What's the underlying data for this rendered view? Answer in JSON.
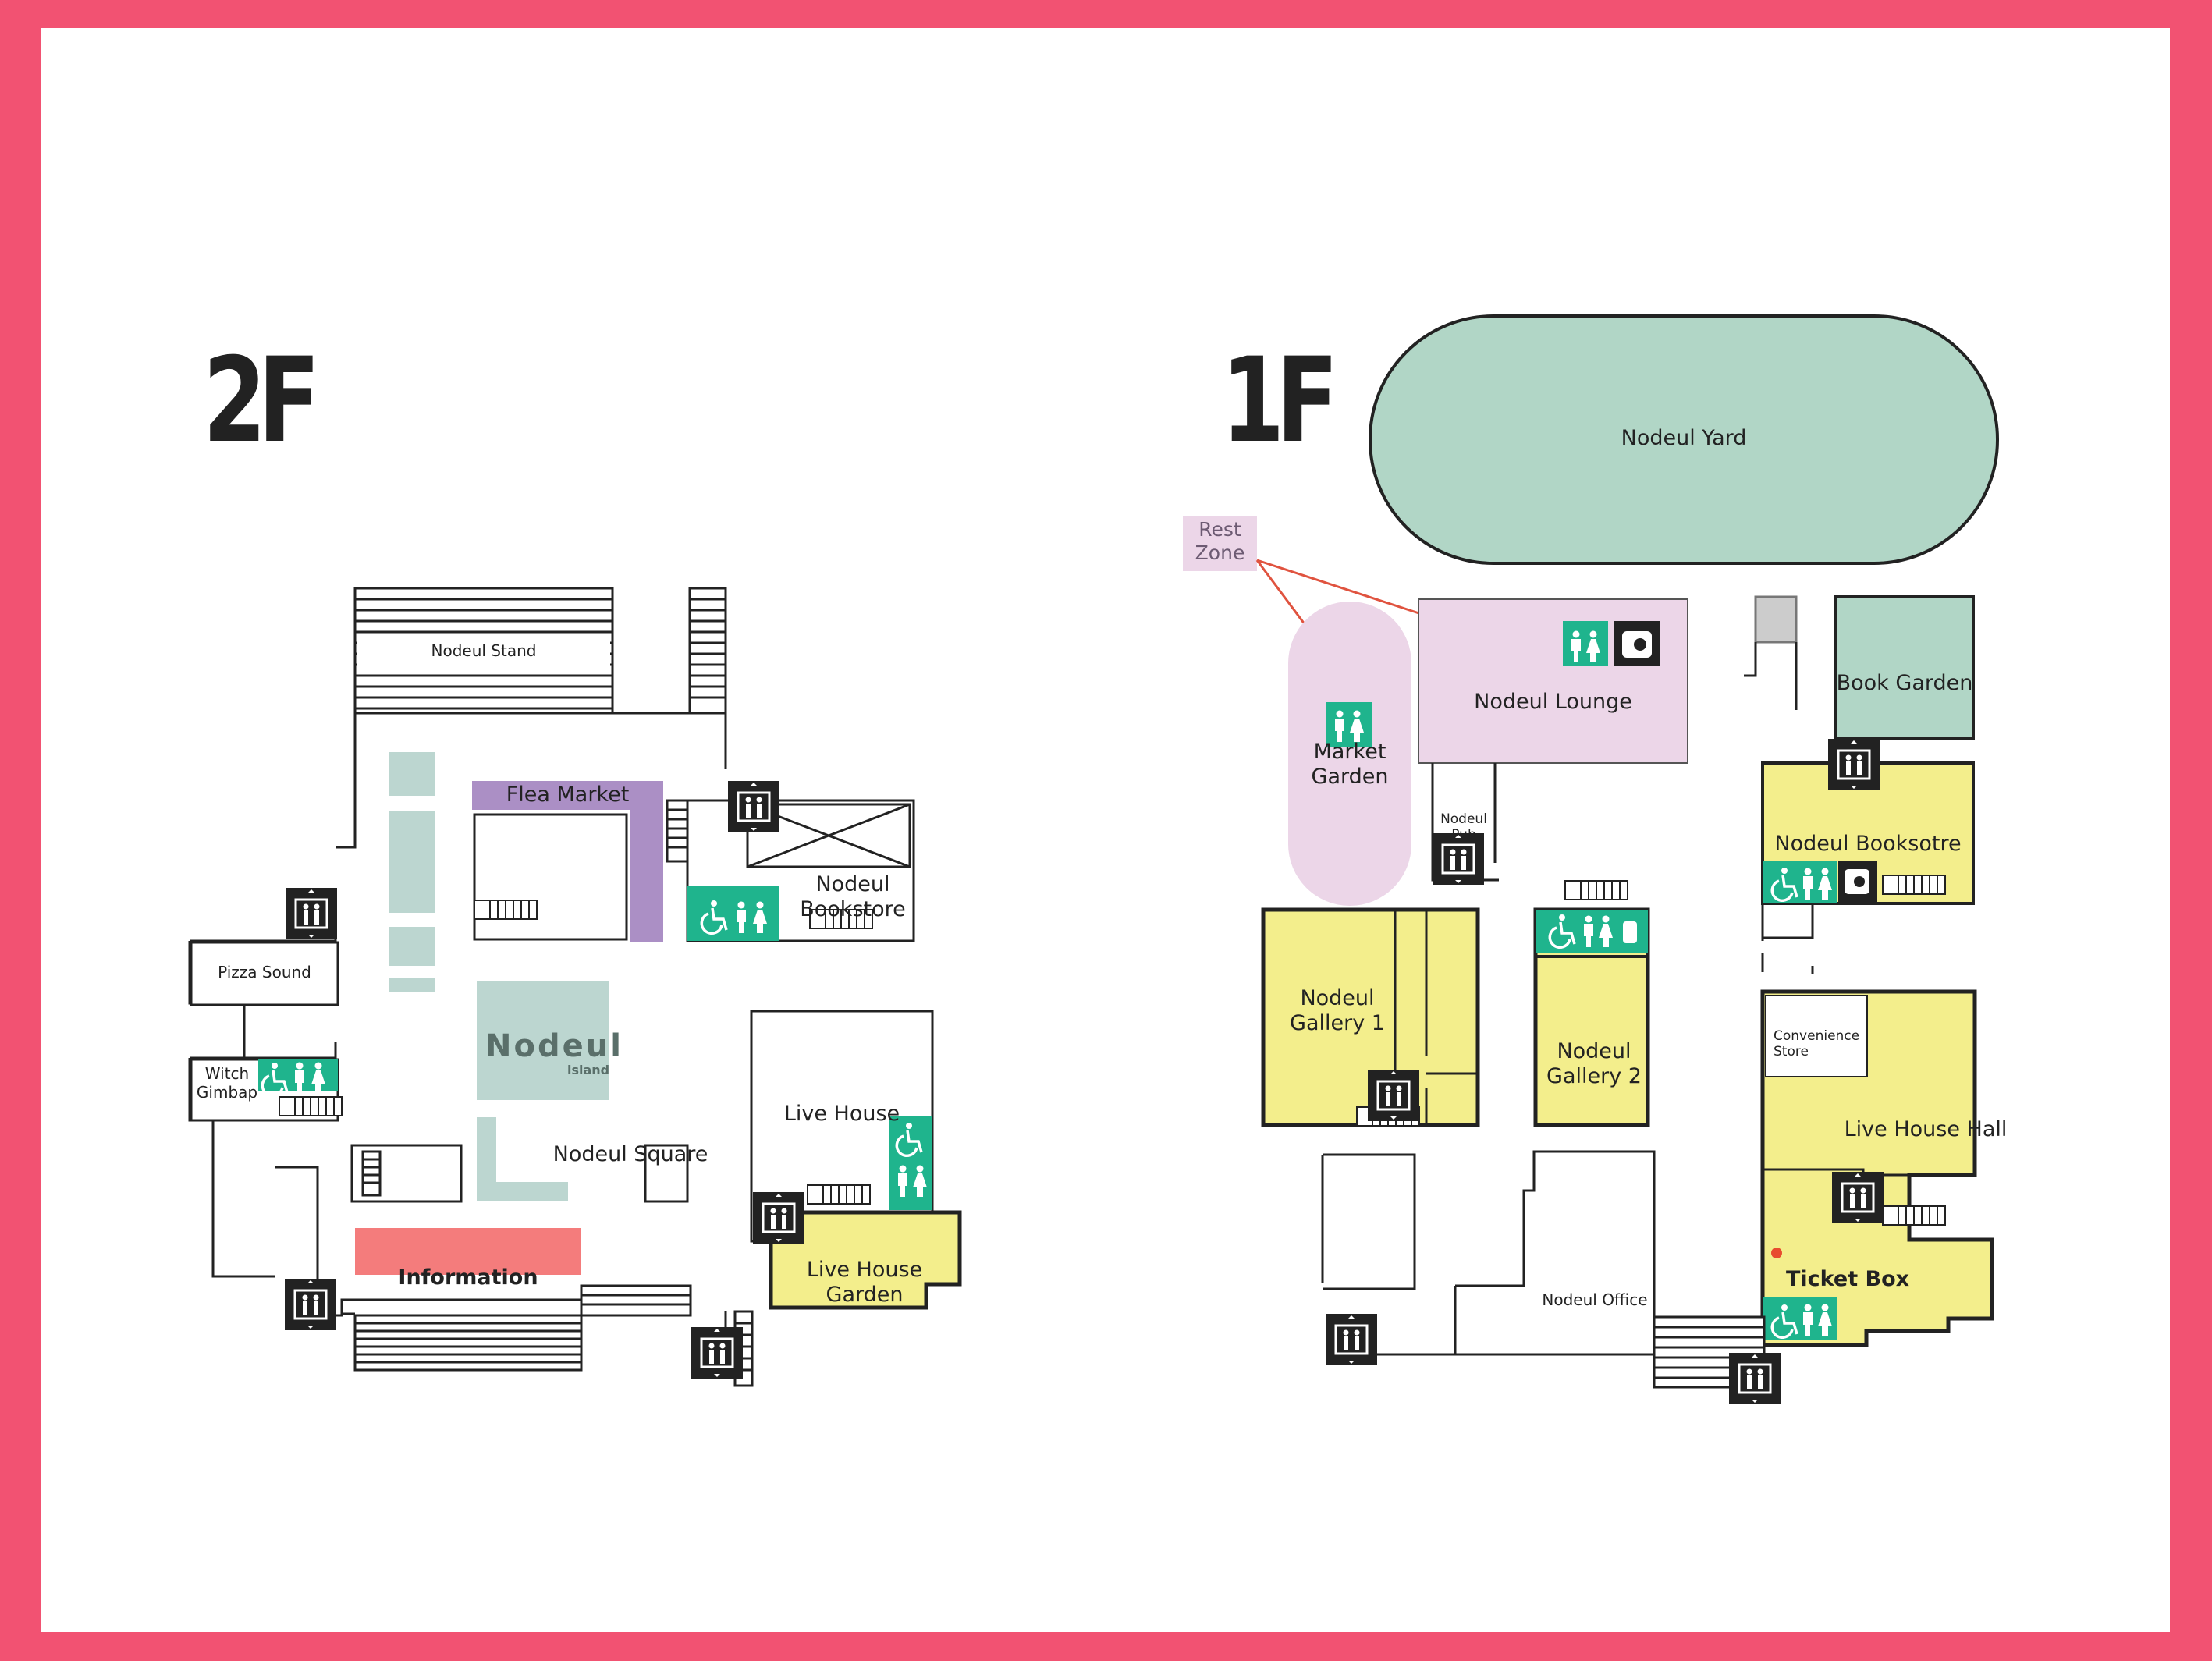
{
  "floors": {
    "f2": {
      "title": "2F",
      "places": {
        "stand": "Nodeul Stand",
        "flea_market": "Flea Market",
        "bookstore": "Nodeul\nBookstore",
        "pizza": "Pizza Sound",
        "witch": "Witch\nGimbap",
        "island_logo": "Nodeul",
        "island_logo_sub": "island",
        "square": "Nodeul Square",
        "live_house": "Live House",
        "live_house_garden": "Live House\nGarden",
        "information": "Information"
      }
    },
    "f1": {
      "title": "1F",
      "places": {
        "yard": "Nodeul Yard",
        "rest_zone": "Rest\nZone",
        "market_garden": "Market\nGarden",
        "lounge": "Nodeul Lounge",
        "pub": "Nodeul\nPub",
        "book_garden": "Book Garden",
        "booksotre": "Nodeul Booksotre",
        "gallery1": "Nodeul\nGallery 1",
        "gallery2": "Nodeul\nGallery 2",
        "convenience": "Convenience\nStore",
        "live_house_hall": "Live House Hall",
        "ticket_box": "Ticket Box",
        "office": "Nodeul Office"
      }
    }
  },
  "colors": {
    "frame": "#f25272",
    "yard": "#b1d6c6",
    "lounge": "#ecd6e8",
    "yellow": "#f3ee8c",
    "flea": "#ab8fc5",
    "information": "#f47c7c",
    "teal": "#1fb48d",
    "island": "#bcd6d0",
    "rest_line": "#e0533f",
    "ticket_dot": "#e84c2f"
  },
  "icons": [
    "elevator-icon",
    "wheelchair-icon",
    "restroom-icon",
    "nursing-room-icon",
    "stairs-icon",
    "baby-changing-icon"
  ]
}
